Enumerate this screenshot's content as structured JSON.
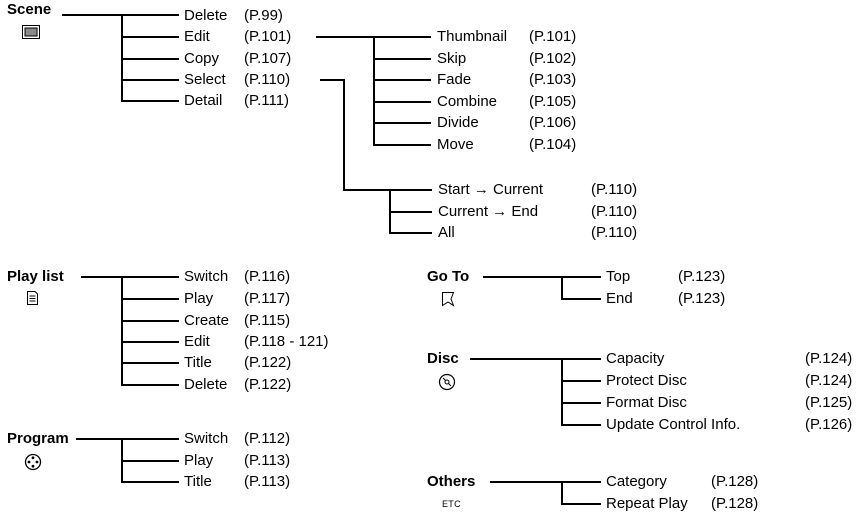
{
  "scene": {
    "title": "Scene",
    "items": [
      {
        "label": "Delete",
        "page": "(P.99)"
      },
      {
        "label": "Edit",
        "page": "(P.101)"
      },
      {
        "label": "Copy",
        "page": "(P.107)"
      },
      {
        "label": "Select",
        "page": "(P.110)"
      },
      {
        "label": "Detail",
        "page": "(P.111)"
      }
    ],
    "edit_items": [
      {
        "label": "Thumbnail",
        "page": "(P.101)"
      },
      {
        "label": "Skip",
        "page": "(P.102)"
      },
      {
        "label": "Fade",
        "page": "(P.103)"
      },
      {
        "label": "Combine",
        "page": "(P.105)"
      },
      {
        "label": "Divide",
        "page": "(P.106)"
      },
      {
        "label": "Move",
        "page": "(P.104)"
      }
    ],
    "select_items": [
      {
        "label": "Start → Current",
        "page": "(P.110)"
      },
      {
        "label": "Current → End",
        "page": "(P.110)"
      },
      {
        "label": "All",
        "page": "(P.110)"
      }
    ]
  },
  "playlist": {
    "title": "Play list",
    "items": [
      {
        "label": "Switch",
        "page": "(P.116)"
      },
      {
        "label": "Play",
        "page": "(P.117)"
      },
      {
        "label": "Create",
        "page": "(P.115)"
      },
      {
        "label": "Edit",
        "page": "(P.118 - 121)"
      },
      {
        "label": "Title",
        "page": "(P.122)"
      },
      {
        "label": "Delete",
        "page": "(P.122)"
      }
    ]
  },
  "program": {
    "title": "Program",
    "items": [
      {
        "label": "Switch",
        "page": "(P.112)"
      },
      {
        "label": "Play",
        "page": "(P.113)"
      },
      {
        "label": "Title",
        "page": "(P.113)"
      }
    ]
  },
  "goto": {
    "title": "Go To",
    "items": [
      {
        "label": "Top",
        "page": "(P.123)"
      },
      {
        "label": "End",
        "page": "(P.123)"
      }
    ]
  },
  "disc": {
    "title": "Disc",
    "items": [
      {
        "label": "Capacity",
        "page": "(P.124)"
      },
      {
        "label": "Protect Disc",
        "page": "(P.124)"
      },
      {
        "label": "Format Disc",
        "page": "(P.125)"
      },
      {
        "label": "Update Control Info.",
        "page": "(P.126)"
      }
    ]
  },
  "others": {
    "title": "Others",
    "icon_text": "ETC",
    "items": [
      {
        "label": "Category",
        "page": "(P.128)"
      },
      {
        "label": "Repeat Play",
        "page": "(P.128)"
      }
    ]
  }
}
